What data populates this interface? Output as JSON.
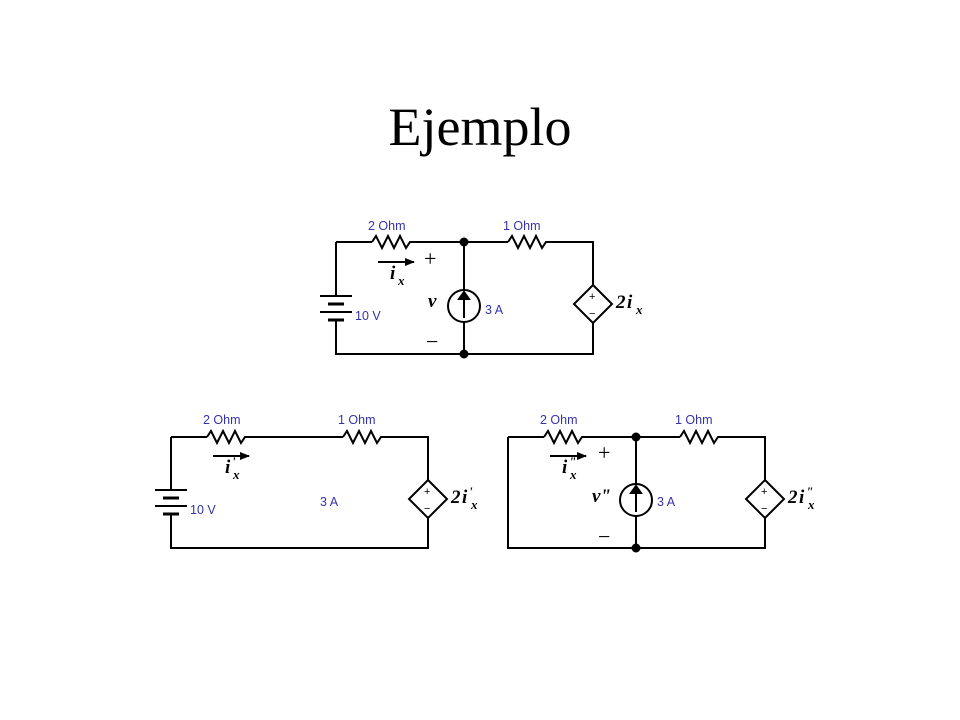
{
  "title": "Ejemplo",
  "colors": {
    "label": "#3333aa",
    "wire": "#000000"
  },
  "circuit_main": {
    "r1": "2  Ohm",
    "r2": "1  Ohm",
    "battery": "10 V",
    "current_source": "3 A",
    "ix": "i",
    "ix_sub": "x",
    "v": "v",
    "plus": "+",
    "minus": "−",
    "dep_coef": "2",
    "dep_var": "i",
    "dep_sub": "x"
  },
  "circuit_left": {
    "r1": "2  Ohm",
    "r2": "1  Ohm",
    "battery": "10 V",
    "current_source": "3 A",
    "ix": "i",
    "ix_prime": "'",
    "ix_sub": "x",
    "dep_coef": "2",
    "dep_var": "i",
    "dep_prime": "'",
    "dep_sub": "x"
  },
  "circuit_right": {
    "r1": "2  Ohm",
    "r2": "1  Ohm",
    "current_source": "3 A",
    "ix": "i",
    "ix_prime": "\"",
    "ix_sub": "x",
    "v": "v\"",
    "plus": "+",
    "minus": "−",
    "dep_coef": "2",
    "dep_var": "i",
    "dep_prime": "\"",
    "dep_sub": "x"
  }
}
